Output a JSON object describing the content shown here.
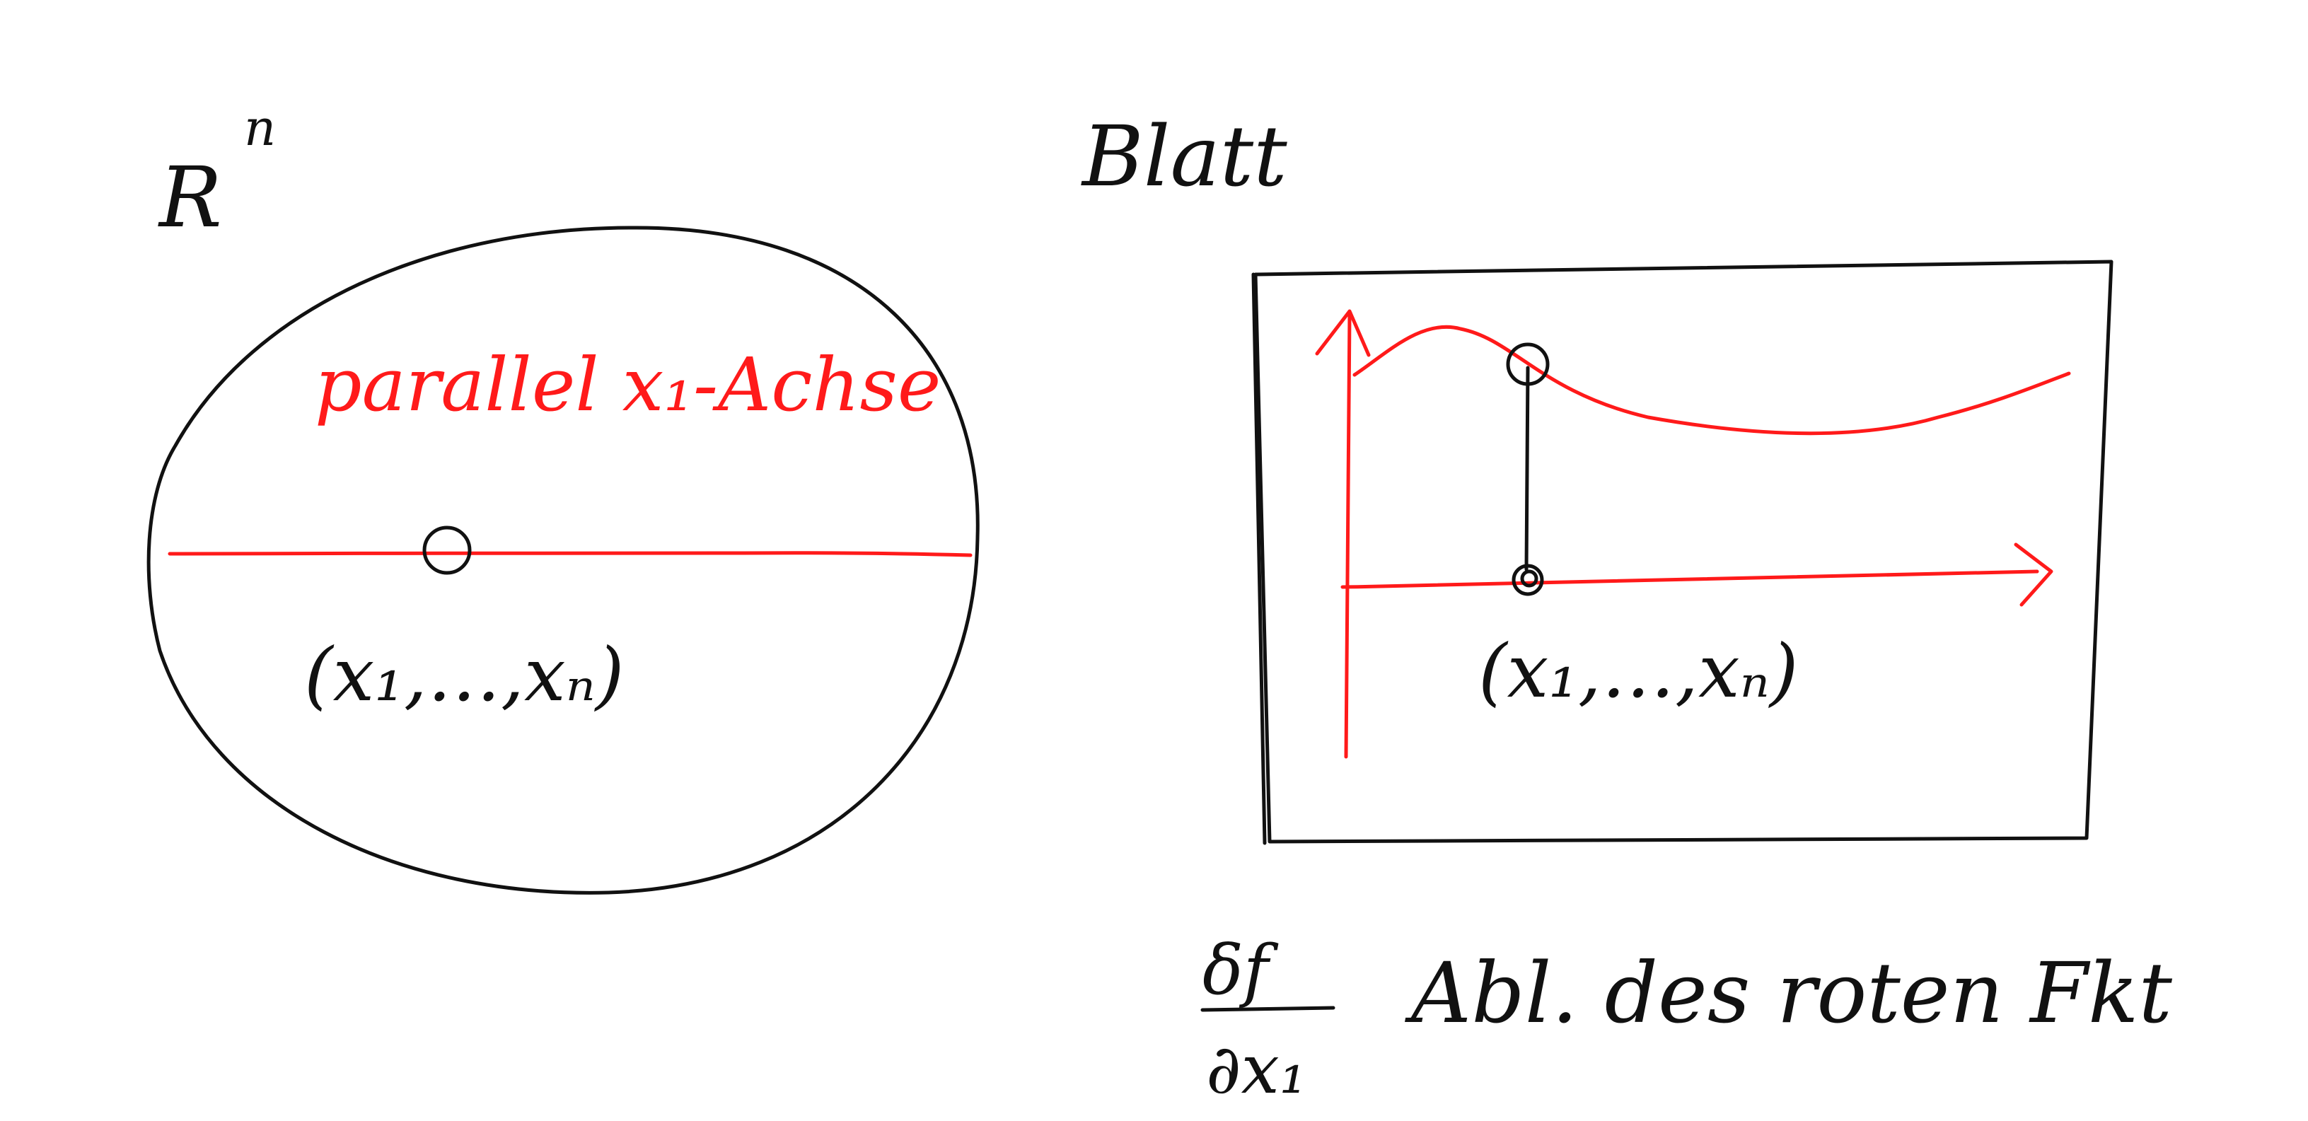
{
  "left": {
    "space_label": "R",
    "space_superscript": "n",
    "line_label": "parallel x₁-Achse",
    "point_label": "(x₁,…,xₙ)"
  },
  "right": {
    "sheet_label": "Blatt",
    "point_label": "(x₁,…,xₙ)"
  },
  "caption": {
    "numerator": "δf",
    "denominator": "∂x₁",
    "text": "Abl. des roten Fkt"
  },
  "colors": {
    "ink": "#111111",
    "accent": "#ff1a1a",
    "background": "#ffffff"
  }
}
